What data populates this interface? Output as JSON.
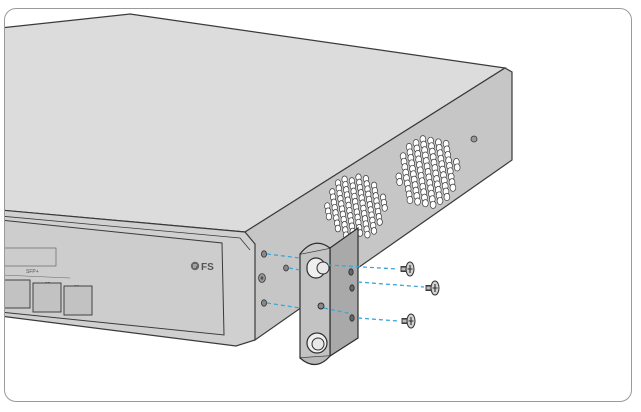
{
  "figure": {
    "brand_logo_text": "FS",
    "port_group_label": "SFP+",
    "port_labels": [
      "27",
      "28"
    ],
    "screw_count": 3,
    "colors": {
      "chassis_top": "#dcdcdc",
      "chassis_side": "#c4c4c4",
      "chassis_front": "#cfcfcf",
      "outline": "#3a3a3a",
      "bracket": "#bdbdbd",
      "guide_line": "#3aa7d6",
      "vent_hole": "#ffffff"
    },
    "icons": {
      "brand_logo": "fs-logo-icon",
      "screw": "screw-icon",
      "bracket": "mounting-bracket-icon"
    }
  }
}
